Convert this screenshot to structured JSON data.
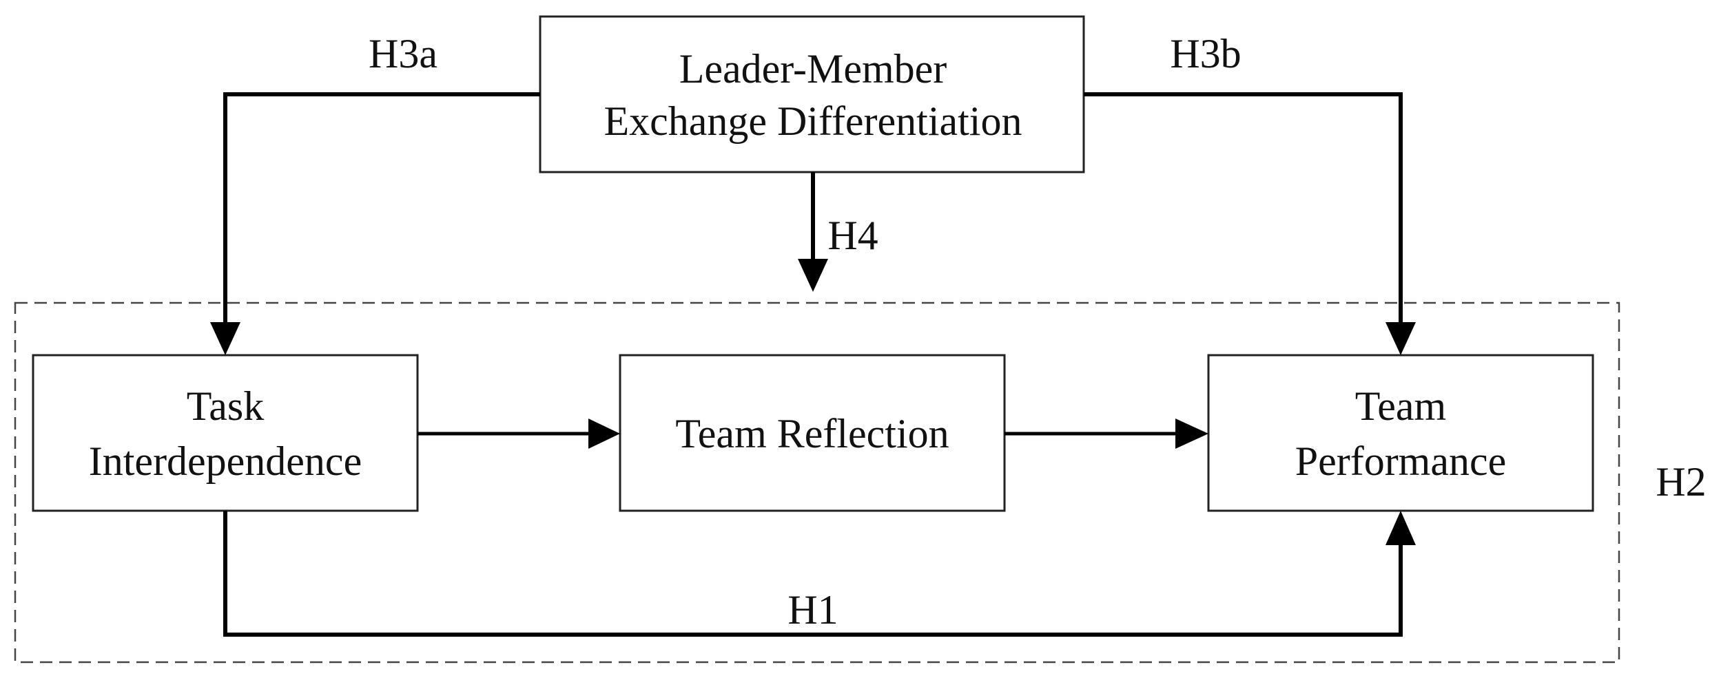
{
  "nodes": {
    "lmx": {
      "line1": "Leader-Member",
      "line2": "Exchange Differentiation"
    },
    "task": {
      "line1": "Task",
      "line2": "Interdependence"
    },
    "reflection": {
      "line1": "Team Reflection"
    },
    "performance": {
      "line1": "Team",
      "line2": "Performance"
    }
  },
  "hypotheses": {
    "h1": "H1",
    "h2": "H2",
    "h3a": "H3a",
    "h3b": "H3b",
    "h4": "H4"
  },
  "colors": {
    "line": "#000000",
    "box_border": "#222222",
    "dashed_frame": "#444444"
  }
}
